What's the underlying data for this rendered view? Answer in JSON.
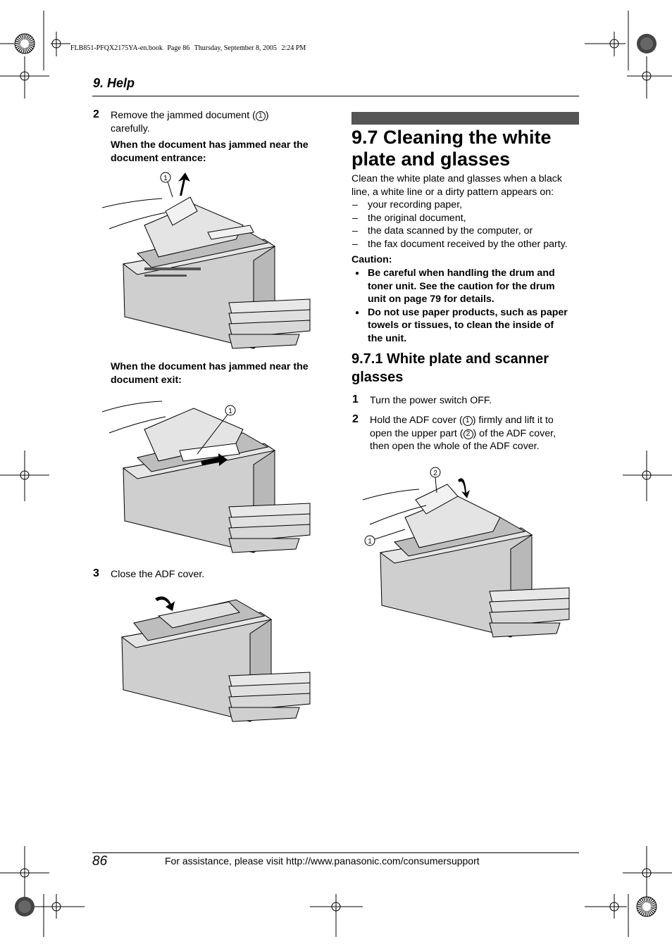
{
  "print_header": {
    "file": "FLB851-PFQX2175YA-en.book",
    "page": "Page 86",
    "date": "Thursday, September 8, 2005",
    "time": "2:24 PM"
  },
  "section": "9. Help",
  "left": {
    "step2": {
      "num": "2",
      "text_before": "Remove the jammed document (",
      "callout": "1",
      "text_after": ")",
      "text_line2": "carefully.",
      "entrance_heading_1": "When the document has jammed near the",
      "entrance_heading_2": "document entrance:",
      "exit_heading_1": "When the document has jammed near the",
      "exit_heading_2": "document exit:",
      "fig1_callout": "1",
      "fig2_callout": "1"
    },
    "step3": {
      "num": "3",
      "text": "Close the ADF cover."
    }
  },
  "right": {
    "title_line1": "9.7 Cleaning the white",
    "title_line2": "plate and glasses",
    "intro_1": "Clean the white plate and glasses when a black",
    "intro_2": "line, a white line or a dirty pattern appears on:",
    "conditions": [
      "your recording paper,",
      "the original document,",
      "the data scanned by the computer, or",
      "the fax document received by the other party."
    ],
    "caution_label": "Caution:",
    "cautions": [
      [
        "Be careful when handling the drum and",
        "toner unit. See the caution for the drum",
        "unit on page 79 for details."
      ],
      [
        "Do not use paper products, such as paper",
        "towels or tissues, to clean the inside of",
        "the unit."
      ]
    ],
    "subtitle_line1": "9.7.1 White plate and scanner",
    "subtitle_line2": "glasses",
    "step1": {
      "num": "1",
      "text": "Turn the power switch OFF."
    },
    "step2": {
      "num": "2",
      "l1_a": "Hold the ADF cover (",
      "l1_c": "1",
      "l1_b": ") firmly and lift it to",
      "l2_a": "open the upper part (",
      "l2_c": "2",
      "l2_b": ") of the ADF cover,",
      "l3": "then open the whole of the ADF cover."
    },
    "fig_callout_1": "1",
    "fig_callout_2": "2"
  },
  "footer": {
    "page_number": "86",
    "assistance": "For assistance, please visit http://www.panasonic.com/consumersupport"
  }
}
